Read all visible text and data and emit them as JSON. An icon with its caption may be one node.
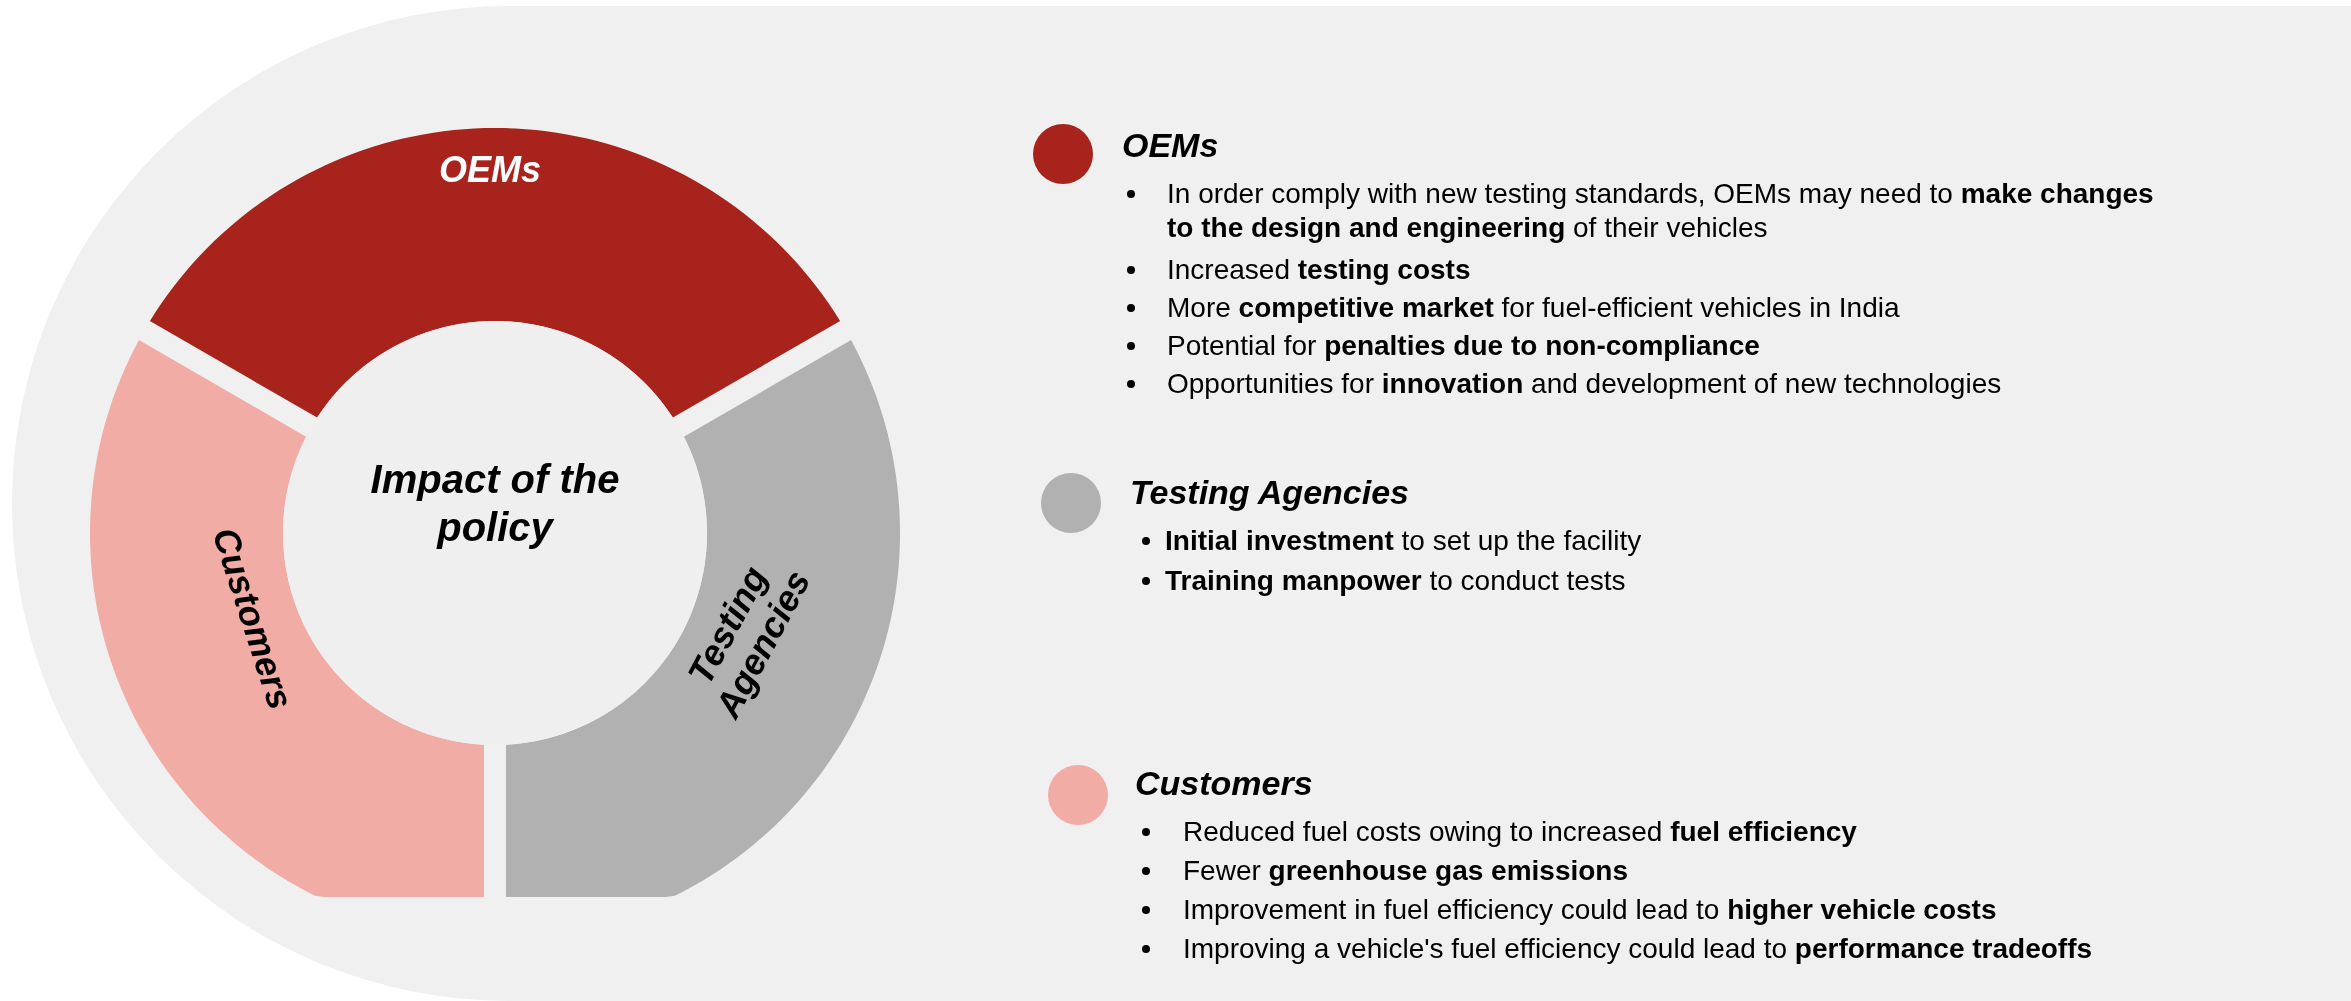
{
  "diagram": {
    "nodes": [
      {
        "text": [
          "Impact of the policy"
        ]
      },
      {
        "text": [
          "OEMs"
        ]
      },
      {
        "text": [
          "Customers"
        ]
      },
      {
        "text": [
          "Testing Agencies"
        ]
      }
    ],
    "edges": [],
    "legend": [
      {
        "text": "OEMs",
        "color": "#a8231b"
      },
      {
        "text": "Testing Agencies",
        "color": "#b1b1b1"
      },
      {
        "text": "Customers",
        "color": "#f2aca6"
      }
    ],
    "labels": [
      "In order comply with new testing standards, OEMs may need to **make changes to the design and engineering** of their vehicles",
      "Increased **testing costs**",
      "More **competitive market** for fuel-efficient vehicles in India",
      "Potential for **penalties due to non-compliance**",
      "Opportunities for **innovation** and development of new technologies",
      "**Initial investment** to set up the facility",
      "**Training manpower** to conduct tests",
      "Reduced fuel costs owing to increased **fuel efficiency**",
      "Fewer **greenhouse gas emissions**",
      "Improvement in fuel efficiency could lead to **higher vehicle costs**",
      "Improving a vehicle's fuel efficiency could lead to **performance tradeoffs**"
    ]
  }
}
